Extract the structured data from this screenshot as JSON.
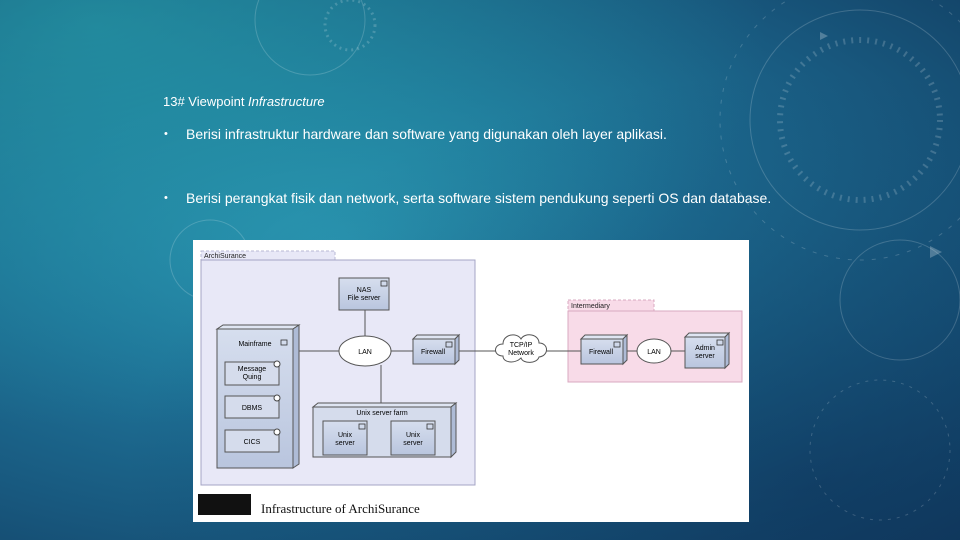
{
  "slide": {
    "title_prefix": "13# Viewpoint ",
    "title_emph": "Infrastructure",
    "bullets": [
      {
        "marker": "•",
        "text": "Berisi infrastruktur hardware dan software yang digunakan oleh layer aplikasi."
      },
      {
        "marker": "•",
        "text": "Berisi perangkat fisik dan network, serta software sistem pendukung seperti OS dan database."
      }
    ]
  },
  "figure": {
    "group_archisurance": "ArchiSurance",
    "group_intermediary": "Intermediary",
    "nas": [
      "NAS",
      "File server"
    ],
    "mainframe": "Mainframe",
    "message_queuing": [
      "Message",
      "Quing"
    ],
    "dbms": "DBMS",
    "cics": "CICS",
    "lan_left": "LAN",
    "firewall_left": "Firewall",
    "unix_farm": "Unix server farm",
    "unix1": [
      "Unix",
      "server"
    ],
    "unix2": [
      "Unix",
      "server"
    ],
    "network": [
      "TCP/IP",
      "Network"
    ],
    "firewall_right": "Firewall",
    "lan_right": "LAN",
    "admin": [
      "Admin",
      "server"
    ],
    "caption": "Infrastructure of ArchiSurance"
  },
  "colors": {
    "archisurance_fill": "#e8e8f7",
    "intermediary_fill": "#f8dbe8",
    "node_fill": "#c9d3e8"
  }
}
